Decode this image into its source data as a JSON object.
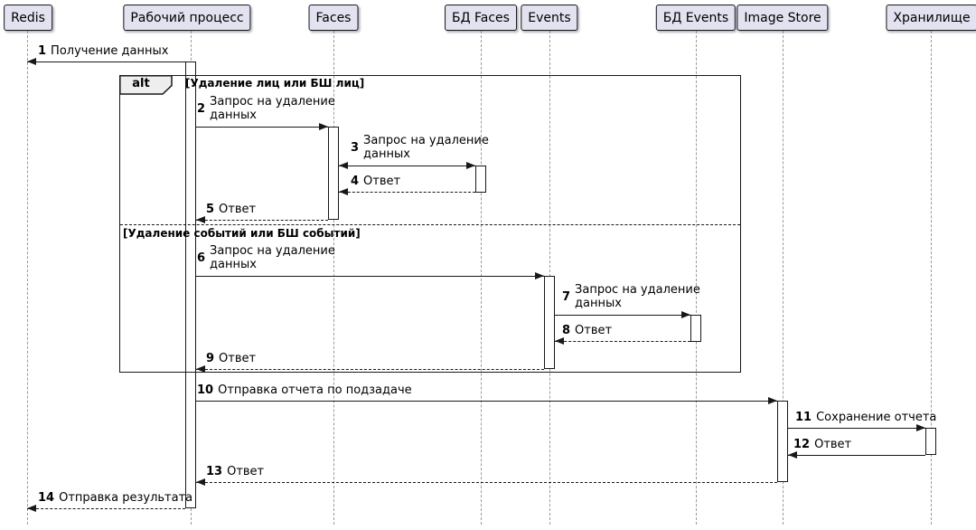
{
  "diagram": {
    "type": "sequence-diagram",
    "colors": {
      "background": "#FFFFFF",
      "participant_fill": "#E2E2F0",
      "participant_border": "#181818",
      "line_color": "#181818",
      "lifeline_color": "#9A9A9A",
      "frame_tag_fill": "#EEEEEE"
    },
    "participants": [
      {
        "id": "redis",
        "label": "Redis"
      },
      {
        "id": "worker",
        "label": "Рабочий процесс"
      },
      {
        "id": "faces",
        "label": "Faces"
      },
      {
        "id": "db-faces",
        "label": "БД Faces"
      },
      {
        "id": "events",
        "label": "Events"
      },
      {
        "id": "db-events",
        "label": "БД Events"
      },
      {
        "id": "image-store",
        "label": "Image Store"
      },
      {
        "id": "storage",
        "label": "Хранилище"
      }
    ],
    "alt_frame": {
      "operator": "alt",
      "sections": [
        {
          "condition": "[Удаление лиц или БШ лиц]"
        },
        {
          "condition": "[Удаление событий или БШ событий]"
        }
      ]
    },
    "messages": [
      {
        "num": "1",
        "text": "Получение данных",
        "from": "Рабочий процесс",
        "to": "Redis",
        "line": "solid",
        "arrow": "left"
      },
      {
        "num": "2",
        "text": "Запрос на удаление\nданных",
        "from": "Рабочий процесс",
        "to": "Faces",
        "line": "solid",
        "arrow": "right"
      },
      {
        "num": "3",
        "text": "Запрос на удаление\nданных",
        "from": "Faces",
        "to": "БД Faces",
        "line": "solid",
        "arrow": "both"
      },
      {
        "num": "4",
        "text": "Ответ",
        "from": "БД Faces",
        "to": "Faces",
        "line": "dashed",
        "arrow": "left"
      },
      {
        "num": "5",
        "text": "Ответ",
        "from": "Faces",
        "to": "Рабочий процесс",
        "line": "dashed",
        "arrow": "left"
      },
      {
        "num": "6",
        "text": "Запрос на удаление\nданных",
        "from": "Рабочий процесс",
        "to": "Events",
        "line": "solid",
        "arrow": "right"
      },
      {
        "num": "7",
        "text": "Запрос на удаление\nданных",
        "from": "Events",
        "to": "БД Events",
        "line": "solid",
        "arrow": "right"
      },
      {
        "num": "8",
        "text": "Ответ",
        "from": "БД Events",
        "to": "Events",
        "line": "dashed",
        "arrow": "left"
      },
      {
        "num": "9",
        "text": "Ответ",
        "from": "Events",
        "to": "Рабочий процесс",
        "line": "dashed",
        "arrow": "left"
      },
      {
        "num": "10",
        "text": "Отправка отчета по подзадаче",
        "from": "Рабочий процесс",
        "to": "Image Store",
        "line": "solid",
        "arrow": "right"
      },
      {
        "num": "11",
        "text": "Сохранение отчета",
        "from": "Image Store",
        "to": "Хранилище",
        "line": "solid",
        "arrow": "right"
      },
      {
        "num": "12",
        "text": "Ответ",
        "from": "Хранилище",
        "to": "Image Store",
        "line": "solid",
        "arrow": "left"
      },
      {
        "num": "13",
        "text": "Ответ",
        "from": "Image Store",
        "to": "Рабочий процесс",
        "line": "dashed",
        "arrow": "left"
      },
      {
        "num": "14",
        "text": "Отправка результата",
        "from": "Рабочий процесс",
        "to": "Redis",
        "line": "dashed",
        "arrow": "left"
      }
    ]
  }
}
